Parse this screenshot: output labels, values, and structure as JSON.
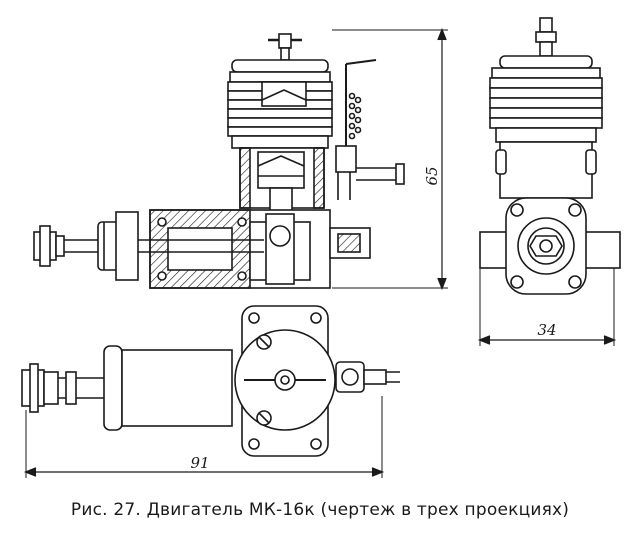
{
  "figure": {
    "caption": "Рис. 27. Двигатель МК-16к (чертеж в трех проекциях)"
  },
  "dimensions": {
    "height": "65",
    "width": "34",
    "length": "91"
  }
}
